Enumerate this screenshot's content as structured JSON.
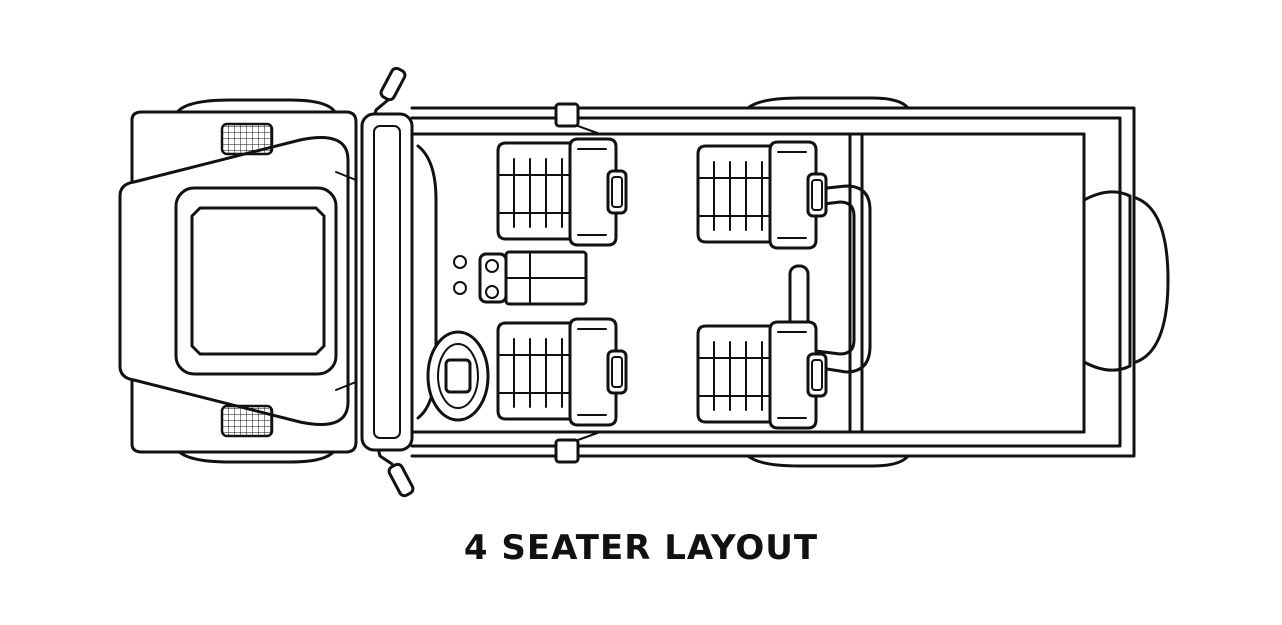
{
  "caption": "4 SEATER LAYOUT",
  "diagram": {
    "subject": "vehicle-top-view",
    "seat_count": 4,
    "line_color": "#111111",
    "background_color": "#ffffff"
  }
}
